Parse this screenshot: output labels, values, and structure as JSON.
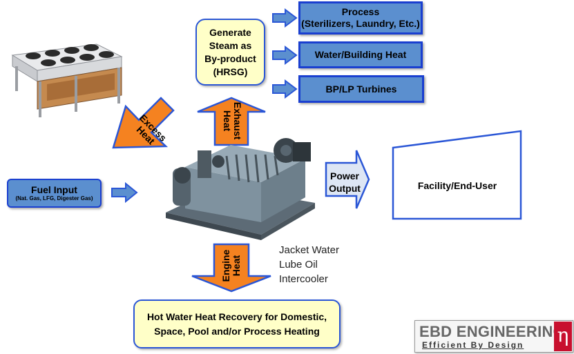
{
  "steam_box": {
    "lines": [
      "Generate",
      "Steam as",
      "By-product",
      "(HRSG)"
    ]
  },
  "outputs": {
    "process": {
      "title": "Process",
      "subtitle": "(Sterilizers, Laundry, Etc.)"
    },
    "water_heat": {
      "label": "Water/Building Heat"
    },
    "turbines": {
      "label": "BP/LP Turbines"
    }
  },
  "excess_heat": {
    "lines": [
      "Excess",
      "Heat"
    ]
  },
  "exhaust_heat": {
    "lines": [
      "Exhaust",
      "Heat"
    ]
  },
  "fuel_input": {
    "title": "Fuel Input",
    "subtitle": "(Nat. Gas, LFG,  Digester Gas)"
  },
  "power_output": {
    "lines": [
      "Power",
      "Output"
    ]
  },
  "facility": {
    "label": "Facility/End-User"
  },
  "engine_heat": {
    "lines": [
      "Engine",
      "Heat"
    ]
  },
  "jacket_notes": [
    "Jacket Water",
    "Lube Oil",
    "Intercooler"
  ],
  "hot_water_box": {
    "lines": [
      "Hot Water Heat Recovery for Domestic,",
      "Space, Pool and/or Process Heating"
    ]
  },
  "logo": {
    "name": "EBD ENGINEERING",
    "tagline": "Efficient By Design",
    "mark": "η"
  },
  "colors": {
    "arrow_orange": "#f58220",
    "arrow_blue": "#2a56d6",
    "box_blue": "#5b8fcf",
    "box_border": "#1a3fd0",
    "yellow_fill": "#ffffc8",
    "logo_red": "#c8102e"
  }
}
